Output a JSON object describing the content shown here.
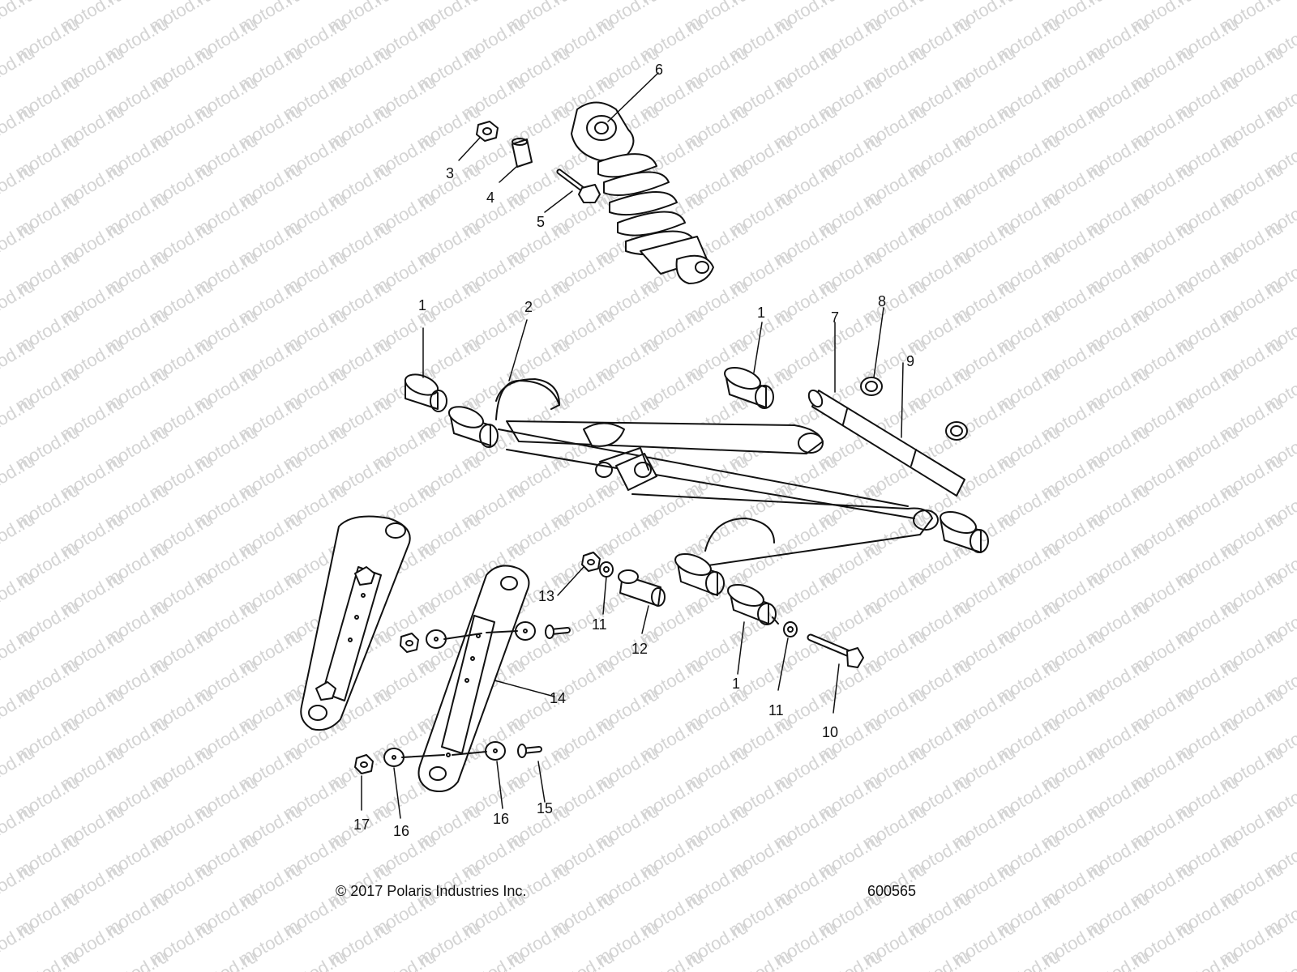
{
  "diagram": {
    "watermark": "motod.ru",
    "copyright": "© 2017 Polaris Industries Inc.",
    "figure_id": "600565",
    "callouts": [
      {
        "id": "c1a",
        "text": "1"
      },
      {
        "id": "c1b",
        "text": "1"
      },
      {
        "id": "c1c",
        "text": "1"
      },
      {
        "id": "c2",
        "text": "2"
      },
      {
        "id": "c3",
        "text": "3"
      },
      {
        "id": "c4",
        "text": "4"
      },
      {
        "id": "c5",
        "text": "5"
      },
      {
        "id": "c6",
        "text": "6"
      },
      {
        "id": "c7",
        "text": "7"
      },
      {
        "id": "c8",
        "text": "8"
      },
      {
        "id": "c9",
        "text": "9"
      },
      {
        "id": "c10",
        "text": "10"
      },
      {
        "id": "c11a",
        "text": "11"
      },
      {
        "id": "c11b",
        "text": "11"
      },
      {
        "id": "c12",
        "text": "12"
      },
      {
        "id": "c13",
        "text": "13"
      },
      {
        "id": "c14",
        "text": "14"
      },
      {
        "id": "c15",
        "text": "15"
      },
      {
        "id": "c16a",
        "text": "16"
      },
      {
        "id": "c16b",
        "text": "16"
      },
      {
        "id": "c17",
        "text": "17"
      }
    ]
  }
}
